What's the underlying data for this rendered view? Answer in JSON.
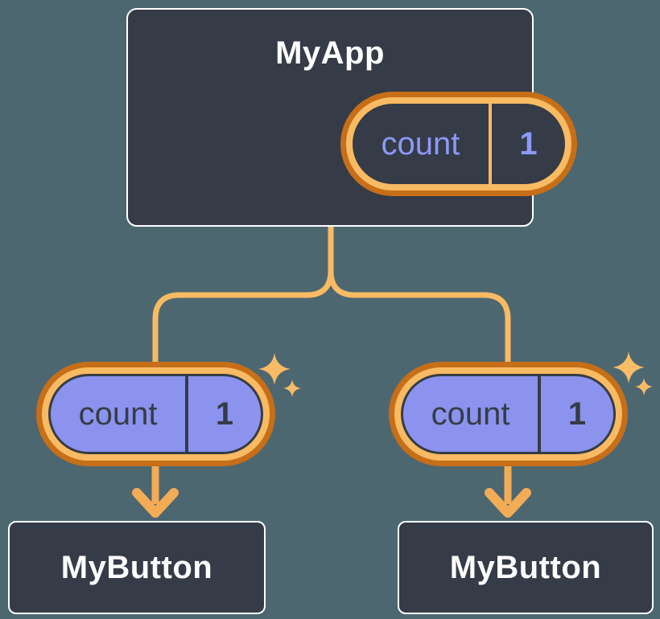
{
  "diagram": {
    "root": {
      "title": "MyApp",
      "state_pill": {
        "label": "count",
        "value": "1"
      }
    },
    "children": [
      {
        "title": "MyButton",
        "prop_pill": {
          "label": "count",
          "value": "1"
        }
      },
      {
        "title": "MyButton",
        "prop_pill": {
          "label": "count",
          "value": "1"
        }
      }
    ],
    "icons": {
      "sparkle": "sparkle-icon",
      "arrow": "down-arrow-icon"
    },
    "colors": {
      "background": "#4D6771",
      "box_fill": "#353B47",
      "box_border": "#FFFFFF",
      "pill_ring_dark": "#C66E18",
      "pill_ring_light": "#F8BA62",
      "pill_fill_purple": "#8B93EF",
      "pill_text_periwinkle": "#8C99F6",
      "dark_ink": "#363C46",
      "connector": "#F8BA62",
      "arrow": "#F2AC55",
      "sparkle": "#F8BC66",
      "title_text": "#FFFFFF"
    }
  }
}
